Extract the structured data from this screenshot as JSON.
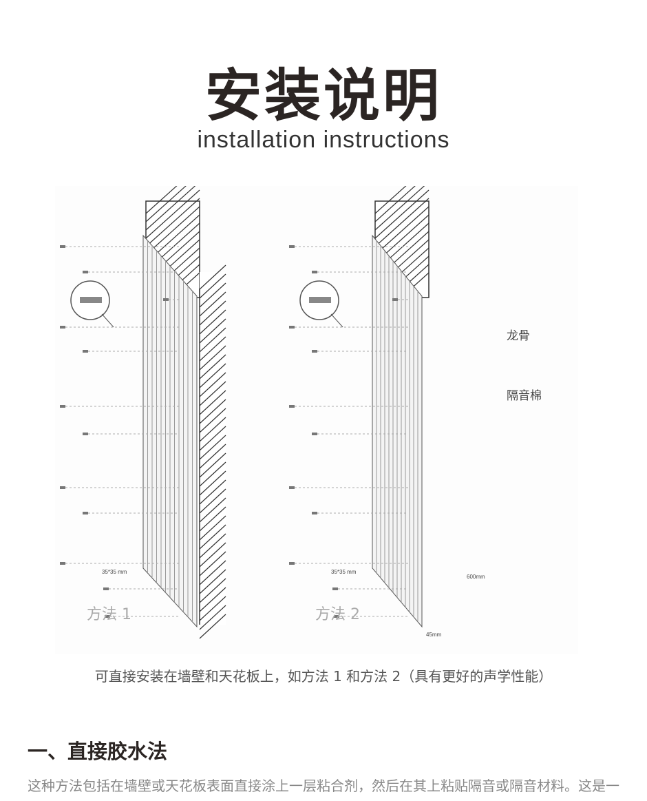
{
  "header": {
    "title": "安装说明",
    "subtitle": "installation instructions"
  },
  "diagram": {
    "method1": {
      "label": "方法 1",
      "size": "35*35 mm"
    },
    "method2": {
      "label": "方法 2",
      "size": "35*35 mm",
      "keel": "龙骨",
      "insulation": "隔音棉",
      "spacing": "600mm",
      "depth": "45mm"
    },
    "colors": {
      "insulation": "#f0d2a8",
      "hatch": "#333333"
    }
  },
  "caption": "可直接安装在墙壁和天花板上，如方法 1 和方法 2（具有更好的声学性能）",
  "section": {
    "heading": "一、直接胶水法",
    "paragraph": "这种方法包括在墙壁或天花板表面直接涂上一层粘合剂，然后在其上粘贴隔音或隔音材料。这是一个简单快捷的过程，对于新建筑和改造都很有效。"
  }
}
